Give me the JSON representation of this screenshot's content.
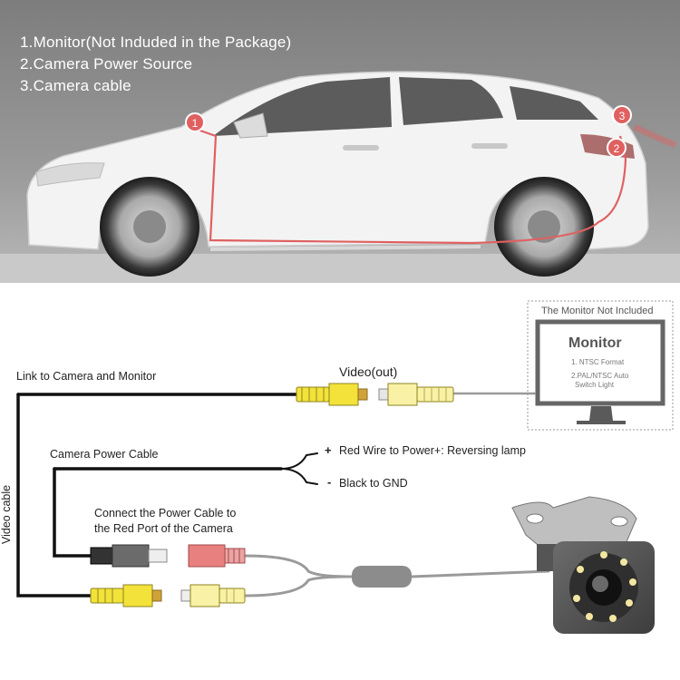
{
  "legend": {
    "items": [
      "1.Monitor(Not Induded in the Package)",
      "2.Camera Power Source",
      "3.Camera cable"
    ]
  },
  "markers": [
    "1",
    "2",
    "3"
  ],
  "monitor": {
    "header": "The Monitor Not Included",
    "title": "Monitor",
    "spec1": "1. NTSC Format",
    "spec2_line1": "2.PAL/NTSC Auto",
    "spec2_line2": "Switch Light"
  },
  "labels": {
    "link": "Link to Camera and Monitor",
    "video_out": "Video(out)",
    "power_cable": "Camera Power Cable",
    "red_wire": "Red Wire to Power+: Reversing lamp",
    "black_gnd": "Black to GND",
    "connect_line1": "Connect the Power Cable to",
    "connect_line2": "the Red Port of the Camera",
    "video_cable": "Video cable",
    "plus": "+",
    "minus": "-"
  },
  "colors": {
    "banner_bg": "#8e8e8e",
    "marker_red": "#e06060",
    "wire_black": "#111111",
    "wire_gray": "#9a9a9a",
    "rca_yellow": "#f2e23a",
    "power_red": "#e88080"
  }
}
